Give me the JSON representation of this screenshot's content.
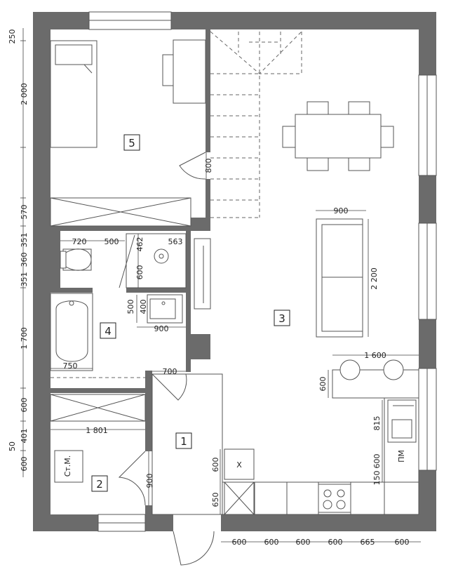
{
  "rooms": {
    "r1": "1",
    "r2": "2",
    "r3": "3",
    "r4": "4",
    "r5": "5"
  },
  "labels": {
    "washing_machine": "Ст.М.",
    "fridge": "Х",
    "dishwasher": "ПМ"
  },
  "dimensions": {
    "left_250": "250",
    "left_2000": "2 000",
    "left_570": "570",
    "left_351a": "351",
    "left_360": "360",
    "left_351b": "351",
    "left_1700": "1 700",
    "left_600a": "600",
    "left_401": "401",
    "left_50": "50",
    "left_600b": "600",
    "door_800": "800",
    "bath_720": "720",
    "bath_500a": "500",
    "bath_462": "462",
    "bath_563": "563",
    "bath_600": "600",
    "bath_500b": "500",
    "bath_400": "400",
    "bath_900": "900",
    "bath_750": "750",
    "hall_700": "700",
    "closet_1801": "1 801",
    "door_900": "900",
    "hall_600": "600",
    "hall_650": "650",
    "sofa_900": "900",
    "sofa_2200": "2 200",
    "island_1600": "1 600",
    "island_600": "600",
    "kitchen_815": "815",
    "kitchen_600": "600",
    "kitchen_150": "150",
    "bottom_600a": "600",
    "bottom_600b": "600",
    "bottom_600c": "600",
    "bottom_600d": "600",
    "bottom_665": "665",
    "bottom_600e": "600"
  }
}
